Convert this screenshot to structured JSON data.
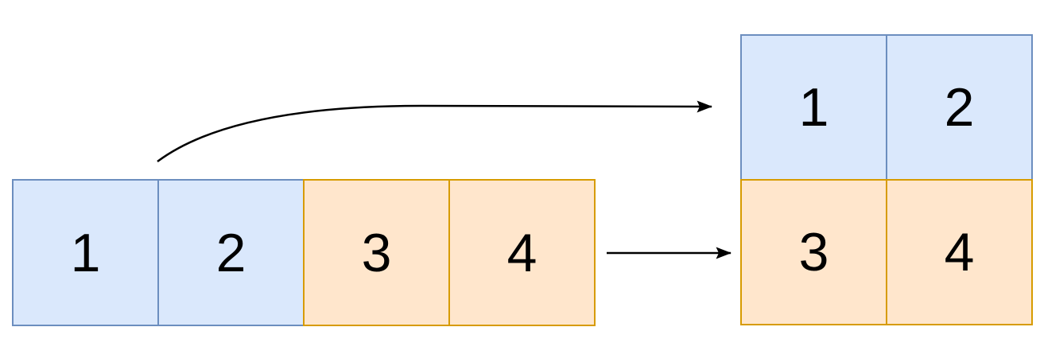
{
  "source_array": {
    "cells": [
      {
        "value": "1",
        "group": "blue"
      },
      {
        "value": "2",
        "group": "blue"
      },
      {
        "value": "3",
        "group": "orange"
      },
      {
        "value": "4",
        "group": "orange"
      }
    ]
  },
  "result_grid": {
    "rows": [
      {
        "cells": [
          {
            "value": "1",
            "group": "blue"
          },
          {
            "value": "2",
            "group": "blue"
          }
        ]
      },
      {
        "cells": [
          {
            "value": "3",
            "group": "orange"
          },
          {
            "value": "4",
            "group": "orange"
          }
        ]
      }
    ]
  },
  "arrows": [
    {
      "name": "curved-arrow",
      "style": "curved",
      "direction": "right"
    },
    {
      "name": "straight-arrow",
      "style": "straight",
      "direction": "right"
    }
  ],
  "colors": {
    "blue_fill": "#dae8fc",
    "blue_border": "#6c8ebf",
    "orange_fill": "#ffe6cc",
    "orange_border": "#d79b00",
    "arrow": "#000000",
    "text": "#000000",
    "background": "#ffffff"
  }
}
